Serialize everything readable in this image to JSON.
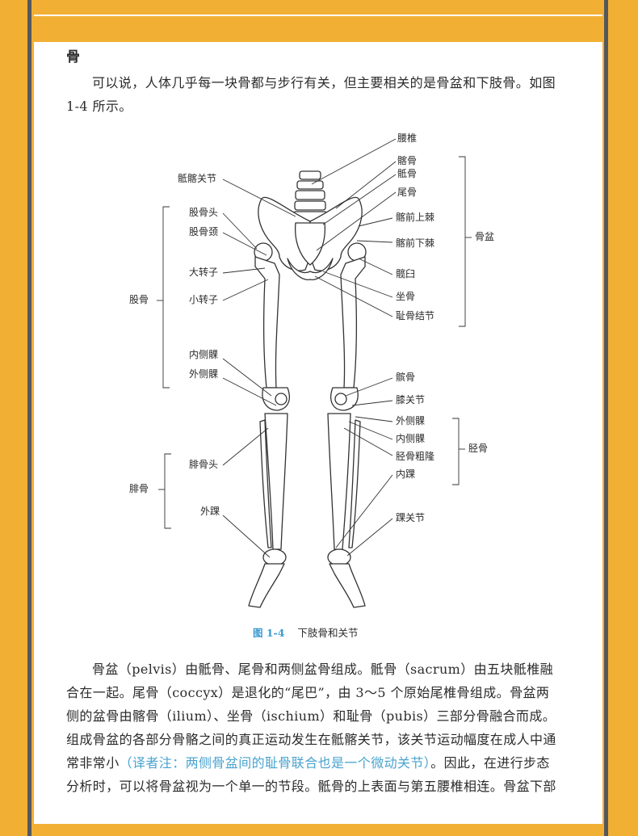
{
  "section_heading": "骨",
  "intro_paragraph": "可以说，人体几乎每一块骨都与步行有关，但主要相关的是骨盆和下肢骨。如图 1-4 所示。",
  "figure": {
    "number": "图 1-4",
    "title": "下肢骨和关节",
    "labels": {
      "lumbar_vertebra": "腰椎",
      "sacroiliac_joint": "骶髂关节",
      "ilium": "髂骨",
      "sacrum": "骶骨",
      "coccyx": "尾骨",
      "femoral_head": "股骨头",
      "femoral_neck": "股骨颈",
      "asis": "髂前上棘",
      "aiis": "髂前下棘",
      "pelvis": "骨盆",
      "greater_trochanter": "大转子",
      "acetabulum": "髋臼",
      "lesser_trochanter": "小转子",
      "ischium": "坐骨",
      "femur": "股骨",
      "pubic_symphysis": "耻骨结节",
      "medial_condyle_femur": "内侧髁",
      "lateral_condyle_femur": "外侧髁",
      "patella": "髌骨",
      "knee_joint": "膝关节",
      "lateral_condyle_tibia": "外侧髁",
      "medial_condyle_tibia": "内侧髁",
      "tibia": "胫骨",
      "fibular_head": "腓骨头",
      "tibial_tuberosity": "胫骨粗隆",
      "medial_malleolus": "内踝",
      "fibula": "腓骨",
      "lateral_malleolus": "外踝",
      "ankle_joint": "踝关节"
    }
  },
  "body_paragraph": {
    "main": "骨盆（pelvis）由骶骨、尾骨和两侧盆骨组成。骶骨（sacrum）由五块骶椎融合在一起。尾骨（coccyx）是退化的“尾巴”，由 3～5 个原始尾椎骨组成。骨盆两侧的盆骨由髂骨（ilium）、坐骨（ischium）和耻骨（pubis）三部分骨融合而成。组成骨盆的各部分骨骼之间的真正运动发生在骶髂关节，该关节运动幅度在成人中通常非常小",
    "translator_note": "（译者注：两侧骨盆间的耻骨联合也是一个微动关节）",
    "tail": "。因此，在进行步态分析时，可以将骨盆视为一个单一的节段。骶骨的上表面与第五腰椎相连。骨盆下部"
  },
  "colors": {
    "frame": "#f1b033",
    "rail": "#53585c",
    "accent": "#3b9ad0",
    "note": "#4aa3cf"
  }
}
